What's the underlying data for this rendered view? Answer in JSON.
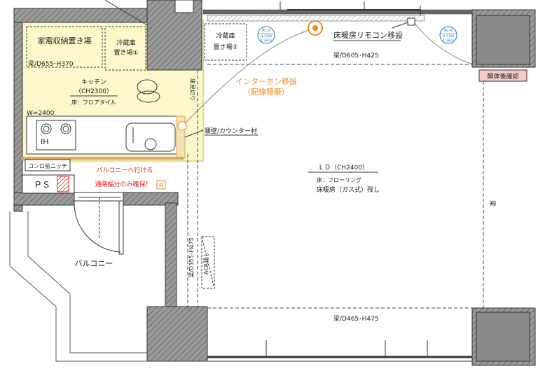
{
  "labels": {
    "appliance_area": "家電収納置き場",
    "fridge1_line1": "冷蔵庫",
    "fridge1_line2": "置き場①",
    "fridge2_line1": "冷蔵庫",
    "fridge2_line2": "置き場②",
    "beam_top_left": "梁/D655･H370",
    "kitchen_title": "キッチン",
    "kitchen_ch": "（CH2300）",
    "kitchen_floor": "床：フロアタイル",
    "w_label": "W=2400",
    "ih": "IH",
    "stove_niche": "コンロ前ニッチ",
    "ps": "ＰＳ",
    "floor_cut": "床見切り",
    "waist_wall": "腰壁/カウンター材",
    "intercom_line1": "インターホン移設",
    "intercom_line2": "（配線隠蔽）",
    "heater_remote": "床暖房リモコン移設",
    "beam_top": "梁/D605･H425",
    "dismantle": "解体後確認",
    "ld_title": "ＬＤ（CH2400）",
    "ld_floor": "床：フローリング",
    "ld_heating": "床暖房（ガス式）残し",
    "beam_right": "梁",
    "balcony_line1": "バルコニーへ行ける",
    "balcony_line2": "通路幅分のみ確保！",
    "r_mark": "R",
    "balcony": "バルコニー",
    "beam_left_vertical": "梁/D355･H475",
    "ac_vertical": "ACR残し",
    "beam_bottom": "梁/D465･H475",
    "sensor1_top": "RC-S",
    "sensor1_mid": "H-1300",
    "sensor1_bottom": "ｶﾞｽ床ﾘﾓ",
    "sensor2_top": "RC-A",
    "sensor2_mid": "H-1300",
    "sensor2_bottom": "ｶﾞｽ床ﾘﾓ"
  },
  "colors": {
    "wall": "#8c8c8c",
    "kitchen_fill": "#fdf8cc",
    "kitchen_border": "#e3d98a",
    "accent_red": "#e02020",
    "accent_orange": "#f08a1c",
    "accent_blue": "#2a6fc9",
    "badge_pink": "#f6c8c8"
  }
}
